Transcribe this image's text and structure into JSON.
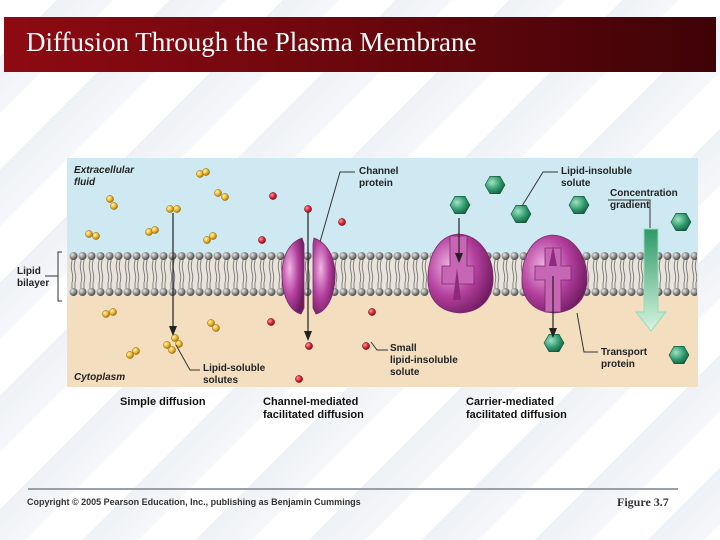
{
  "slide": {
    "title": "Diffusion Through the Plasma Membrane",
    "copyright": "Copyright © 2005 Pearson Education, Inc., publishing as Benjamin Cummings",
    "figure_number": "Figure 3.7"
  },
  "diagram": {
    "labels": {
      "extracellular_1": "Extracellular",
      "extracellular_2": "fluid",
      "lipid_1": "Lipid",
      "lipid_2": "bilayer",
      "cytoplasm": "Cytoplasm",
      "channel_protein_1": "Channel",
      "channel_protein_2": "protein",
      "lipid_insoluble_1": "Lipid-insoluble",
      "lipid_insoluble_2": "solute",
      "concentration_1": "Concentration",
      "concentration_2": "gradient",
      "lipid_soluble_1": "Lipid-soluble",
      "lipid_soluble_2": "solutes",
      "small_1": "Small",
      "small_2": "lipid-insoluble",
      "small_3": "solute",
      "transport_1": "Transport",
      "transport_2": "protein"
    },
    "captions": {
      "simple": "Simple diffusion",
      "channel_1": "Channel-mediated",
      "channel_2": "facilitated diffusion",
      "carrier_1": "Carrier-mediated",
      "carrier_2": "facilitated diffusion"
    },
    "colors": {
      "extracellular": "#cfe9f3",
      "cytoplasm": "#f3dfc0",
      "protein": "#b4409e",
      "solute_yellow": "#e8b52c",
      "solute_red": "#d8263a",
      "solute_green": "#2e9a6e",
      "gradient_arrow": "#6fcf9a"
    }
  }
}
